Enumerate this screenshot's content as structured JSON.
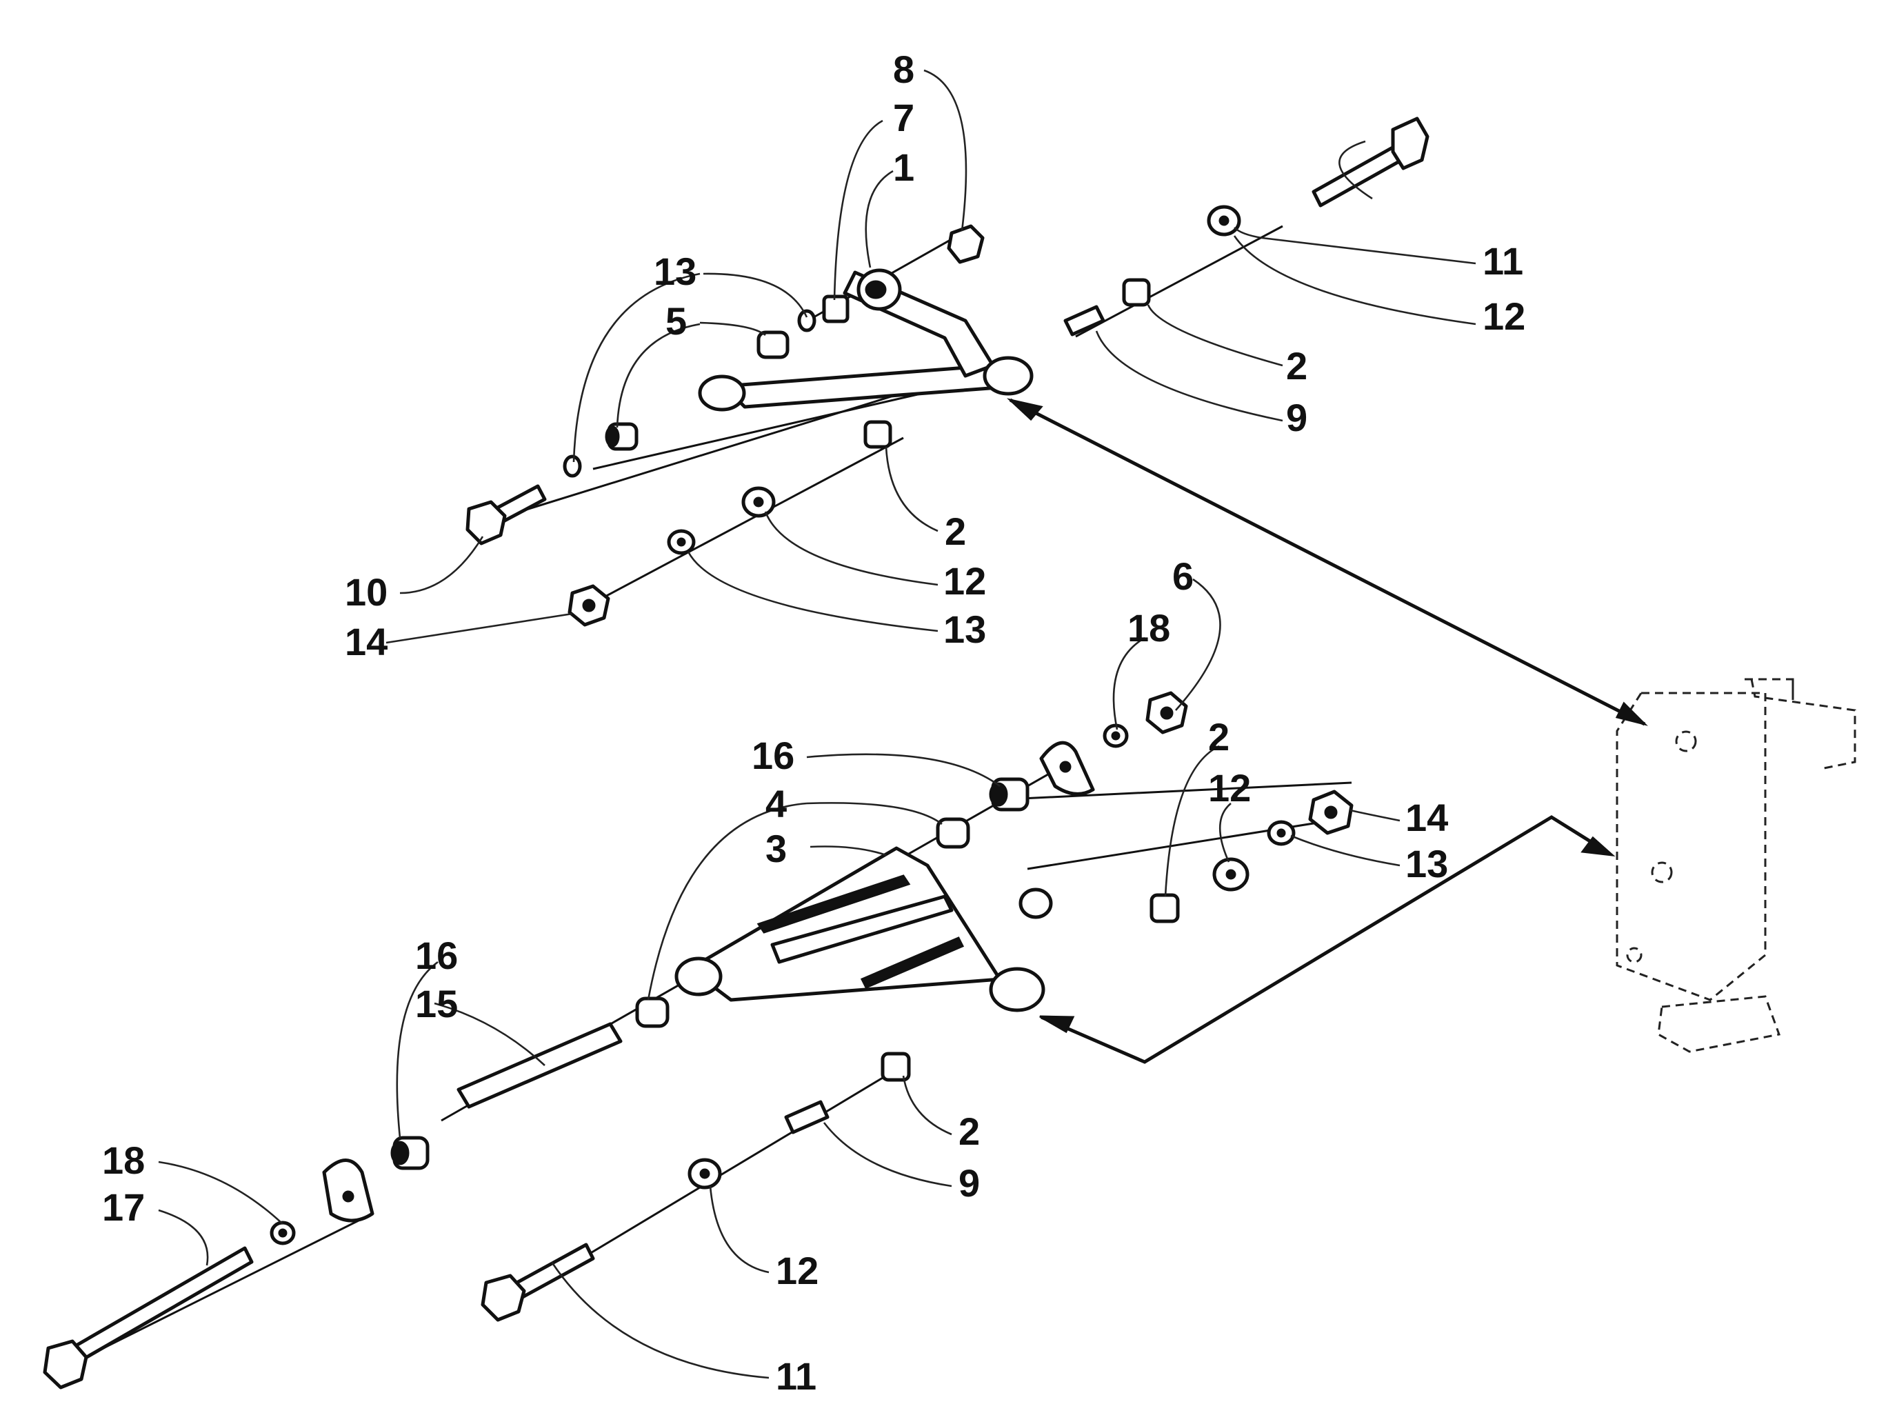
{
  "callouts": {
    "c1": "1",
    "c2a": "2",
    "c2b": "2",
    "c2c": "2",
    "c2d": "2",
    "c3": "3",
    "c4": "4",
    "c5": "5",
    "c6": "6",
    "c7": "7",
    "c8": "8",
    "c9a": "9",
    "c9b": "9",
    "c10": "10",
    "c11a": "11",
    "c11b": "11",
    "c12a": "12",
    "c12b": "12",
    "c12c": "12",
    "c12d": "12",
    "c13a": "13",
    "c13b": "13",
    "c13c": "13",
    "c14a": "14",
    "c14b": "14",
    "c15": "15",
    "c16a": "16",
    "c16b": "16",
    "c17": "17",
    "c18a": "18",
    "c18b": "18"
  }
}
